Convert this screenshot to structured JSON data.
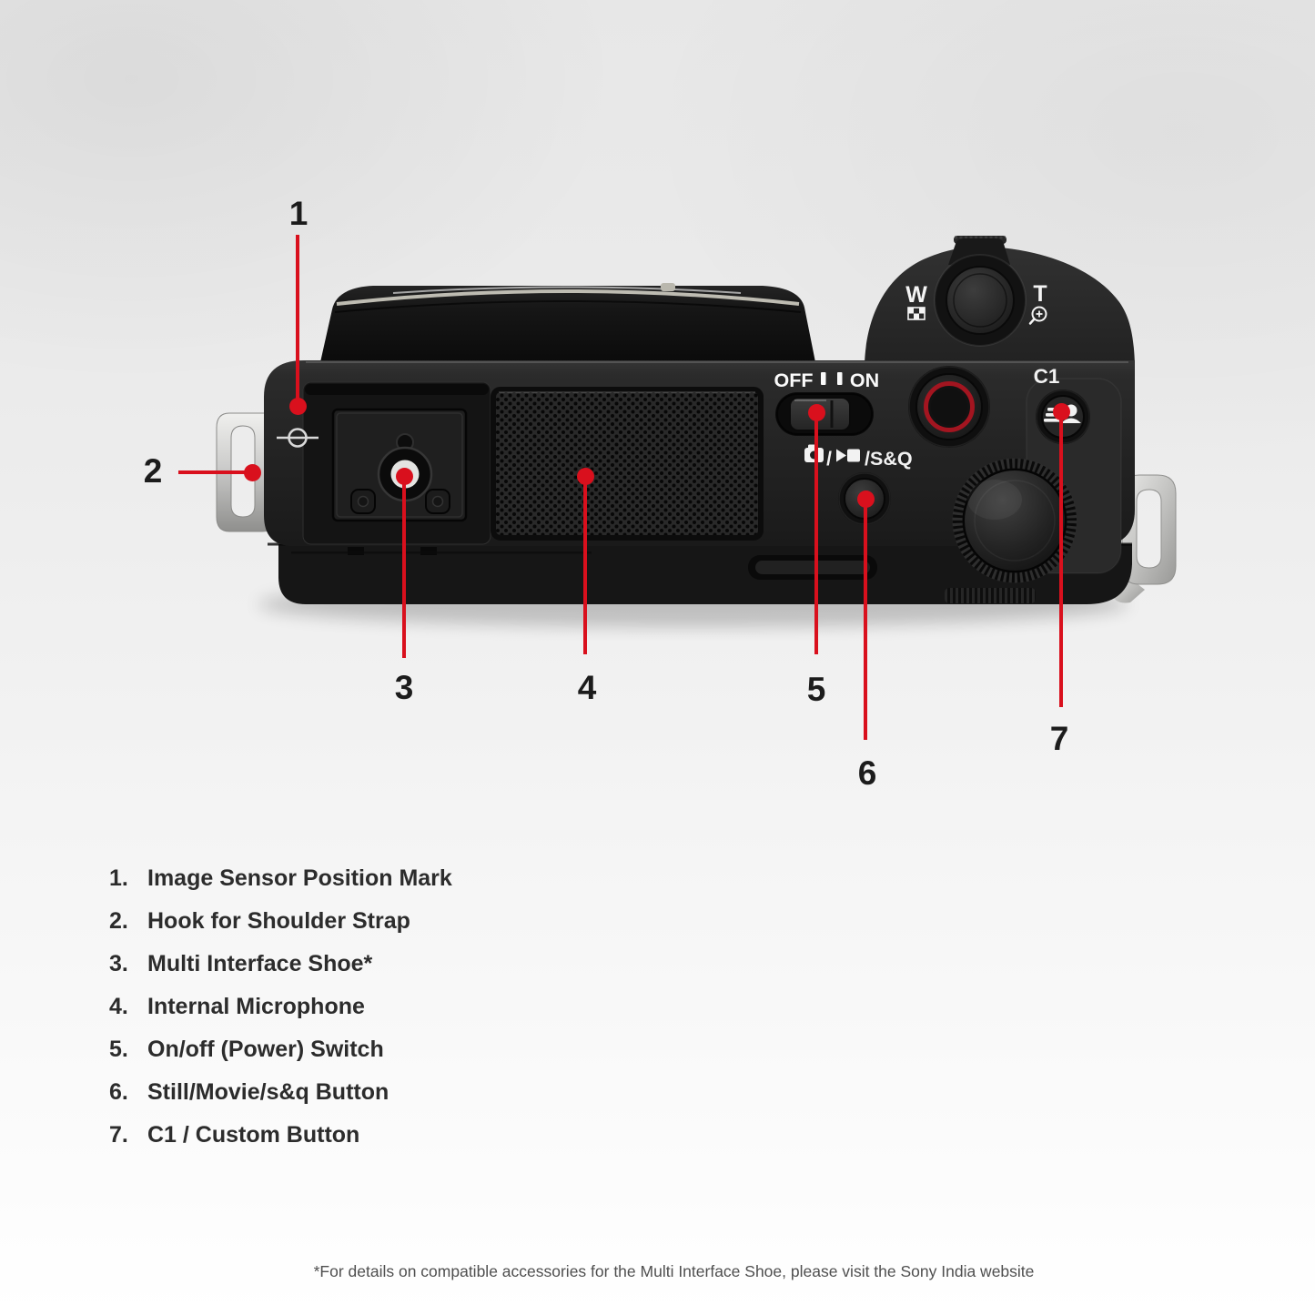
{
  "colors": {
    "accent_red": "#d9101d",
    "camera_black": "#1e1e1e",
    "background_gray": "#ebebeb",
    "hook_silver": "#c4c4c2",
    "shutter_ring_red": "#a31520"
  },
  "icons": {
    "focal_plane_mark_icon": "⊖",
    "zoom_wide_index_icon": "▦",
    "zoom_tele_magnify_icon": "⊕",
    "still_photo_icon": "▢",
    "movie_icon": "▶▮",
    "background_defocus_icon": "☰●"
  },
  "camera": {
    "power_switch": {
      "off": "OFF",
      "on": "ON"
    },
    "zoom_rocker": {
      "wide": "W",
      "tele": "T"
    },
    "custom_button": "C1",
    "mode_slash": "/",
    "mode_button_label": "/S&Q"
  },
  "callouts": [
    {
      "number": "1",
      "target": "image-sensor-position-mark"
    },
    {
      "number": "2",
      "target": "hook-for-shoulder-strap"
    },
    {
      "number": "3",
      "target": "multi-interface-shoe"
    },
    {
      "number": "4",
      "target": "internal-microphone"
    },
    {
      "number": "5",
      "target": "power-switch"
    },
    {
      "number": "6",
      "target": "still-movie-sq-button"
    },
    {
      "number": "7",
      "target": "c1-custom-button"
    }
  ],
  "legend": {
    "items": [
      {
        "number": "1.",
        "label": "Image Sensor Position Mark"
      },
      {
        "number": "2.",
        "label": "Hook for Shoulder Strap"
      },
      {
        "number": "3.",
        "label": "Multi Interface Shoe*"
      },
      {
        "number": "4.",
        "label": "Internal Microphone"
      },
      {
        "number": "5.",
        "label": "On/off (Power) Switch"
      },
      {
        "number": "6.",
        "label": "Still/Movie/s&q Button"
      },
      {
        "number": "7.",
        "label": "C1 / Custom Button"
      }
    ]
  },
  "footnote": "*For details on compatible accessories for the Multi Interface Shoe, please visit the Sony India website"
}
